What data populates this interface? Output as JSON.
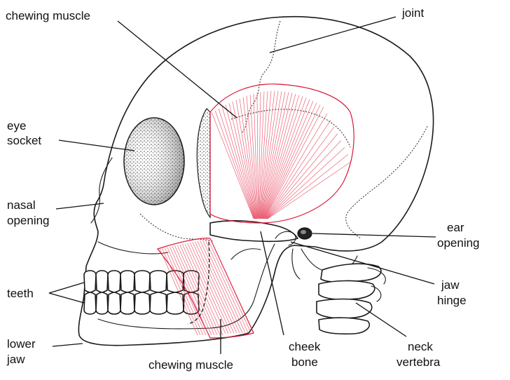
{
  "labels": {
    "chewing_muscle_top": "chewing muscle",
    "joint": "joint",
    "eye_socket_1": "eye",
    "eye_socket_2": "socket",
    "nasal_opening_1": "nasal",
    "nasal_opening_2": "opening",
    "teeth": "teeth",
    "lower_jaw_1": "lower",
    "lower_jaw_2": "jaw",
    "chewing_muscle_bottom": "chewing muscle",
    "cheek_bone_1": "cheek",
    "cheek_bone_2": "bone",
    "neck_vertebra_1": "neck",
    "neck_vertebra_2": "vertebra",
    "jaw_hinge_1": "jaw",
    "jaw_hinge_2": "hinge",
    "ear_opening_1": "ear",
    "ear_opening_2": "opening"
  },
  "colors": {
    "muscle": "#d81b3a",
    "outline": "#1a1a1a",
    "stipple": "#333333"
  }
}
